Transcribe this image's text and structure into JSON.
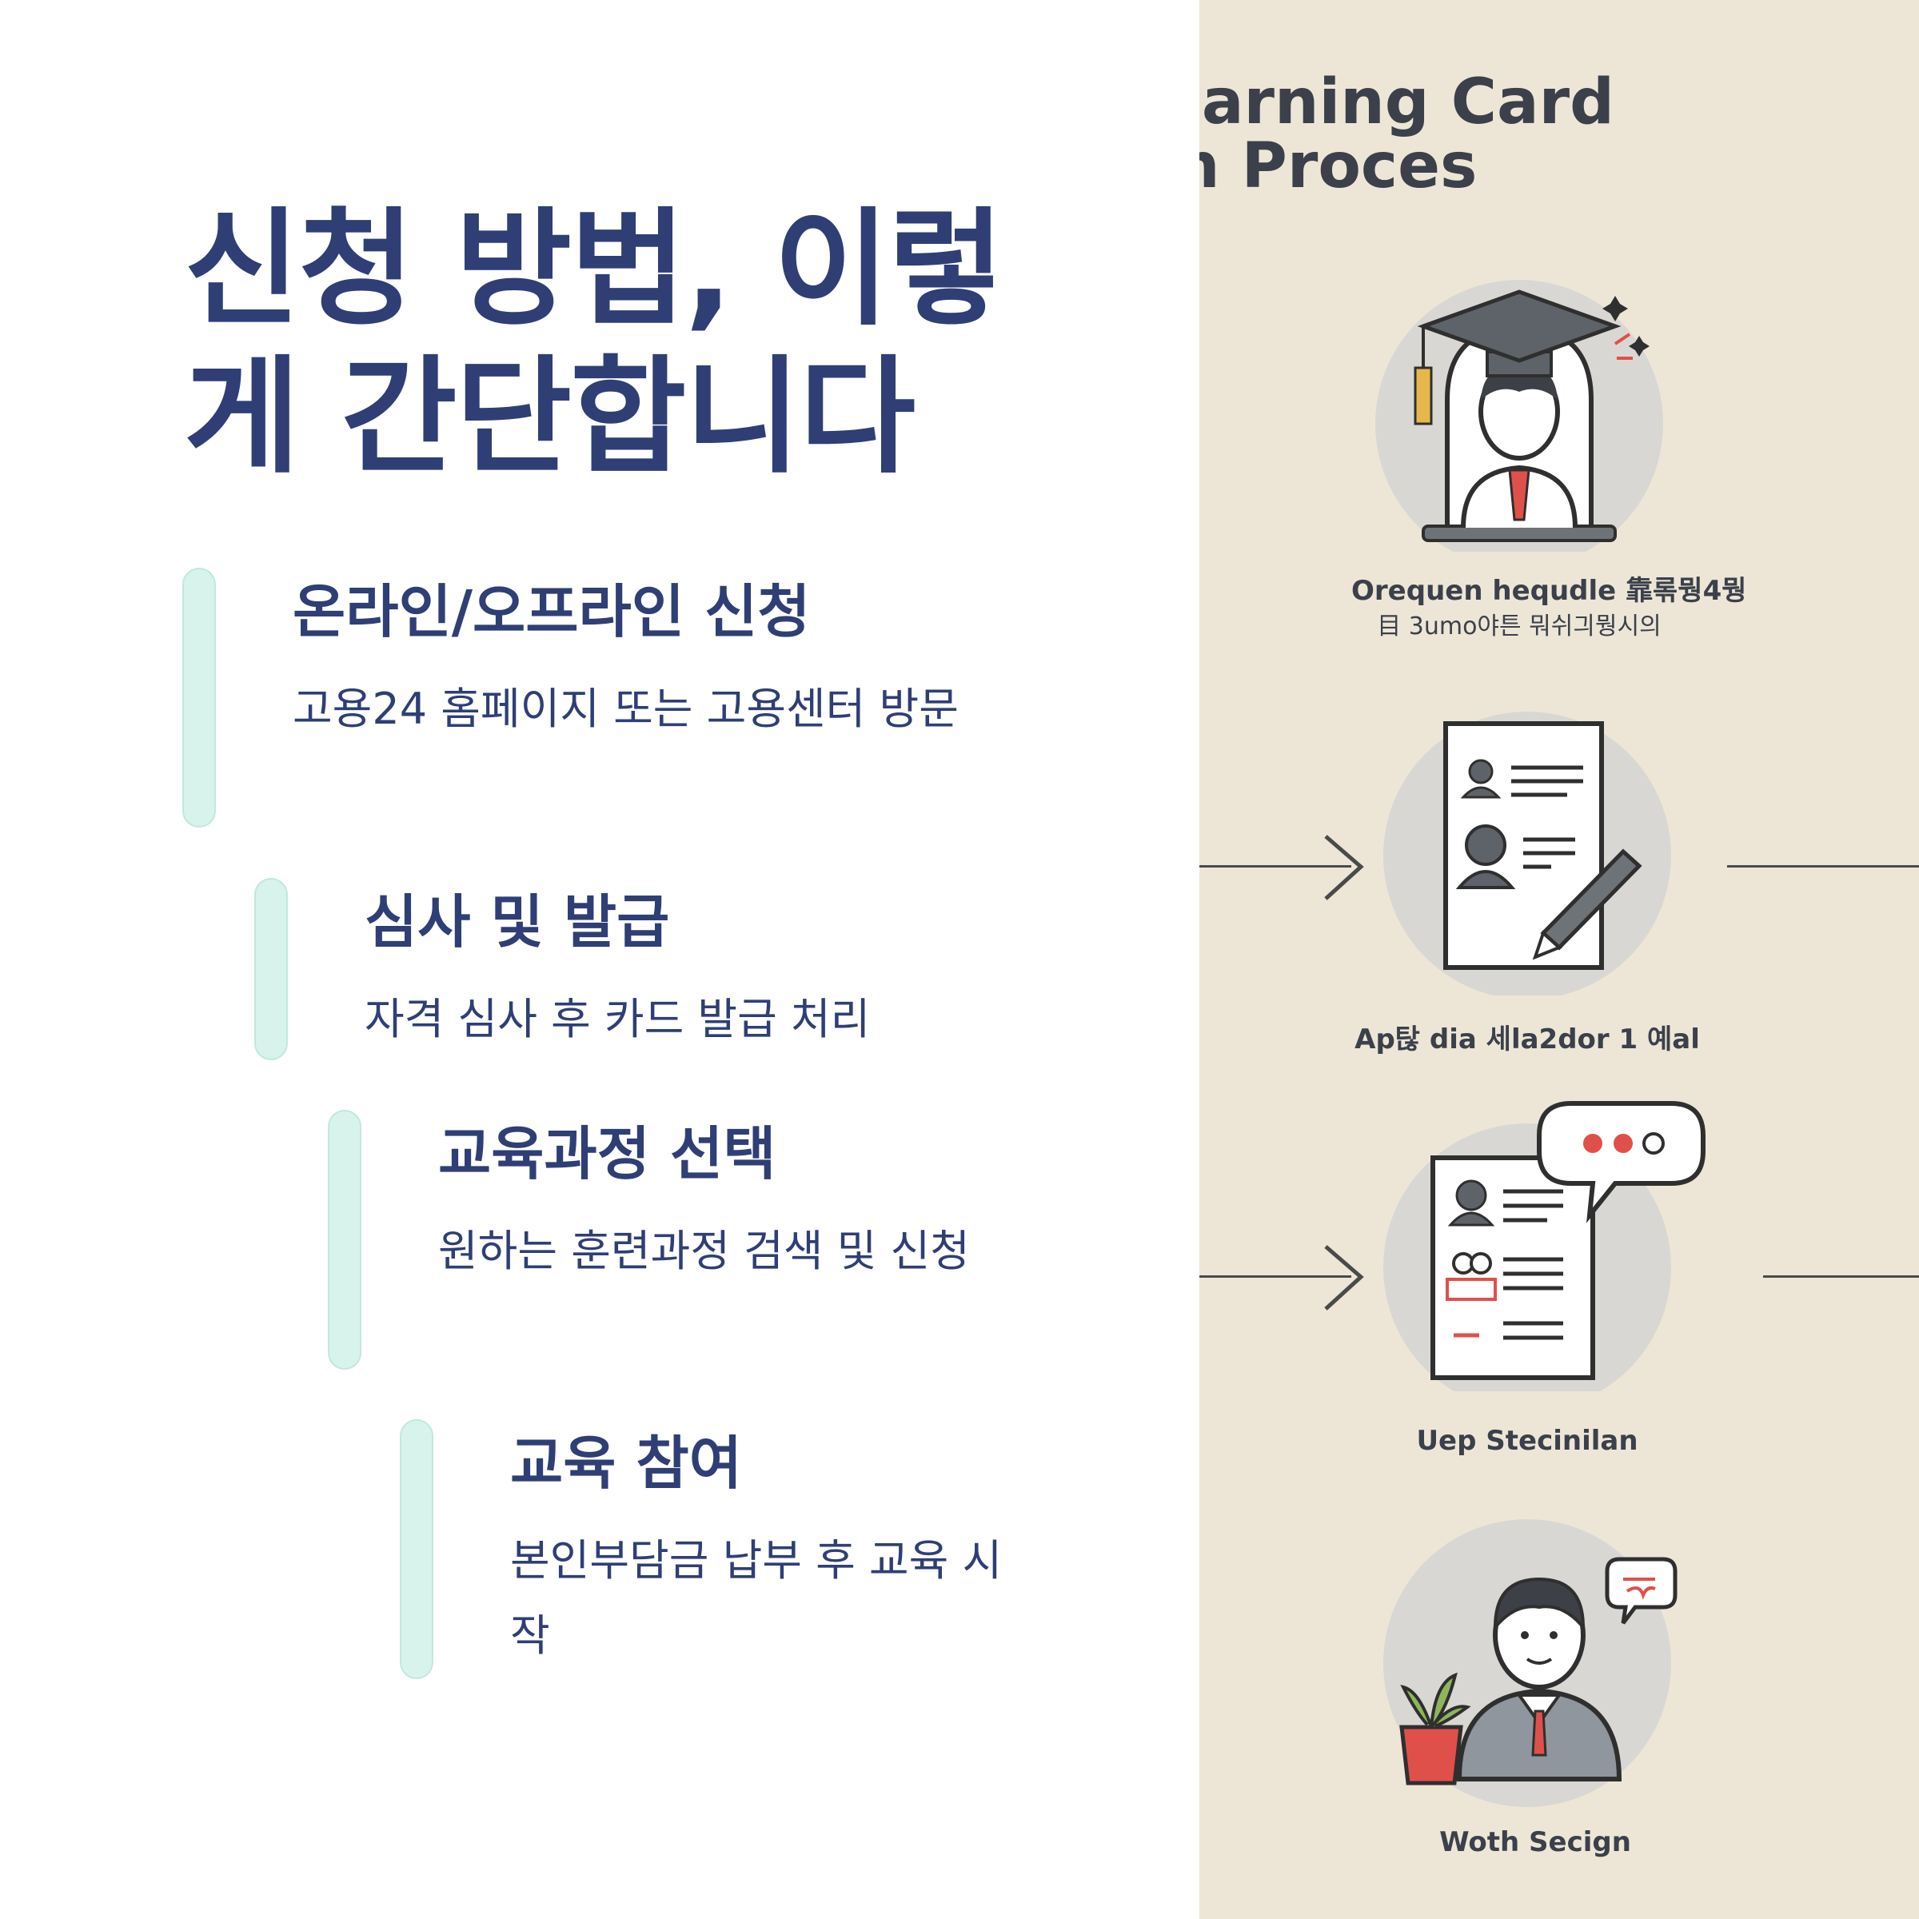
{
  "left": {
    "title": "신청 방법, 이렇게 간단합니다",
    "steps": [
      {
        "title": "온라인/오프라인 신청",
        "desc": "고용24 홈페이지 또는 고용센터 방문"
      },
      {
        "title": "심사 및 발급",
        "desc": "자격 심사 후 카드 발급 처리"
      },
      {
        "title": "교육과정 선택",
        "desc": "원하는 훈련과정 검색 및 신청"
      },
      {
        "title": "교육 참여",
        "desc": "본인부담금 납부 후 교육 시작"
      }
    ]
  },
  "right": {
    "title_line1": "earning Card",
    "title_line2": "n Proces",
    "captions": [
      {
        "line1": "Orequen hequdle 靠롞뭥4뭥",
        "line2": "目 3umo야튼 뭐쉬긔뭥시의"
      },
      {
        "line1": "Ap탆 dia 세la2dor 1 예al"
      },
      {
        "line1": "Uep Stecinilan"
      },
      {
        "line1": "Woth Secign"
      }
    ]
  },
  "colors": {
    "title": "#2f3f75",
    "bar": "#d8f3ec",
    "right_bg": "#ede6d7",
    "accent_red": "#e0504a"
  }
}
